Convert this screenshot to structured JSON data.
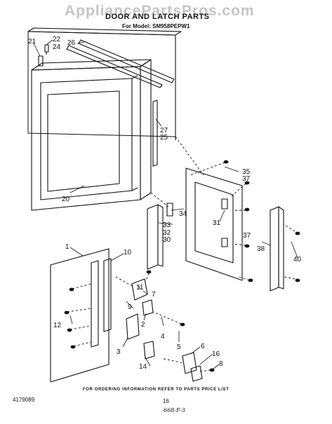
{
  "header": {
    "watermark": "AppliancePartsPros.com",
    "title": "DOOR AND LATCH PARTS",
    "model_label": "For Model: SM958PEPW1"
  },
  "footer": {
    "note": "FOR ORDERING INFORMATION REFER TO PARTS PRICE LIST",
    "document_number": "4179089",
    "page_number": "16",
    "handwritten_code": "668-F-3"
  },
  "part_labels": [
    "21",
    "22",
    "24",
    "26",
    "27",
    "25",
    "20",
    "35",
    "37",
    "34",
    "33",
    "32",
    "30",
    "31",
    "37",
    "38",
    "40",
    "1",
    "10",
    "11",
    "7",
    "12",
    "9",
    "2",
    "4",
    "5",
    "3",
    "6",
    "16",
    "14",
    "8"
  ]
}
